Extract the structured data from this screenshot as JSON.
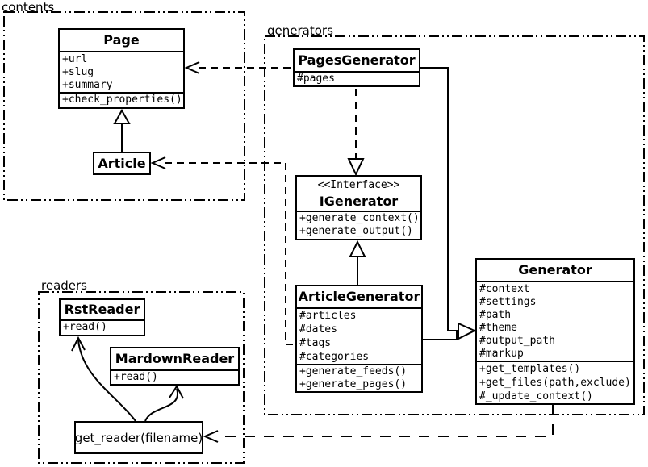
{
  "packages": {
    "contents": {
      "label": "contents"
    },
    "generators": {
      "label": "generators"
    },
    "readers": {
      "label": "readers"
    }
  },
  "classes": {
    "page": {
      "name": "Page",
      "attributes": [
        "+url",
        "+slug",
        "+summary"
      ],
      "methods": [
        "+check_properties()"
      ]
    },
    "article": {
      "name": "Article"
    },
    "pages_generator": {
      "name": "PagesGenerator",
      "attributes": [
        "#pages"
      ]
    },
    "igenerator": {
      "stereotype": "<<Interface>>",
      "name": "IGenerator",
      "methods": [
        "+generate_context()",
        "+generate_output()"
      ]
    },
    "article_generator": {
      "name": "ArticleGenerator",
      "attributes": [
        "#articles",
        "#dates",
        "#tags",
        "#categories"
      ],
      "methods": [
        "+generate_feeds()",
        "+generate_pages()"
      ]
    },
    "generator": {
      "name": "Generator",
      "attributes": [
        "#context",
        "#settings",
        "#path",
        "#theme",
        "#output_path",
        "#markup"
      ],
      "methods": [
        "+get_templates()",
        "+get_files(path,exclude)",
        "#_update_context()"
      ]
    },
    "rst_reader": {
      "name": "RstReader",
      "methods": [
        "+read()"
      ]
    },
    "mardown_reader": {
      "name": "MardownReader",
      "methods": [
        "+read()"
      ]
    },
    "get_reader": {
      "name": "get_reader(filename)"
    }
  },
  "relationships": [
    {
      "from": "Article",
      "to": "Page",
      "type": "generalization"
    },
    {
      "from": "PagesGenerator",
      "to": "Page",
      "type": "dependency"
    },
    {
      "from": "ArticleGenerator",
      "to": "Article",
      "type": "dependency"
    },
    {
      "from": "PagesGenerator",
      "to": "IGenerator",
      "type": "realization"
    },
    {
      "from": "ArticleGenerator",
      "to": "IGenerator",
      "type": "generalization"
    },
    {
      "from": "PagesGenerator",
      "to": "Generator",
      "type": "generalization"
    },
    {
      "from": "ArticleGenerator",
      "to": "Generator",
      "type": "generalization"
    },
    {
      "from": "Generator",
      "to": "get_reader(filename)",
      "type": "dependency"
    },
    {
      "from": "get_reader(filename)",
      "to": "RstReader",
      "type": "call"
    },
    {
      "from": "get_reader(filename)",
      "to": "MardownReader",
      "type": "call"
    }
  ],
  "colors": {
    "line": "#000000",
    "background": "#ffffff"
  }
}
